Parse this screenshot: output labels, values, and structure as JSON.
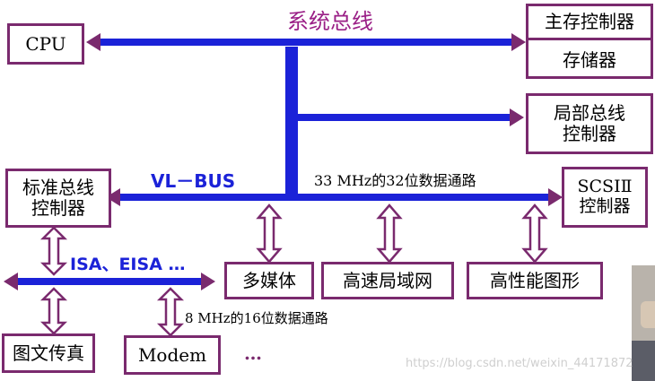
{
  "title": "系统总线",
  "boxes": {
    "cpu": "CPU",
    "main_memory_controller": "主存控制器",
    "memory": "存储器",
    "local_bus_controller_line1": "局部总线",
    "local_bus_controller_line2": "控制器",
    "standard_bus_controller_line1": "标准总线",
    "standard_bus_controller_line2": "控制器",
    "scsi_line1": "SCSIⅡ",
    "scsi_line2": "控制器",
    "multimedia": "多媒体",
    "high_speed_lan": "高速局域网",
    "high_perf_graphics": "高性能图形",
    "fax": "图文传真",
    "modem": "Modem"
  },
  "labels": {
    "vl_bus": "VL－BUS",
    "vl_bus_path": "33 MHz的32位数据通路",
    "isa_eisa": "ISA、EISA …",
    "isa_path": "8 MHz的16位数据通路",
    "ellipsis": "…",
    "watermark": "https://blog.csdn.net/weixin_44171872"
  },
  "colors": {
    "bus_blue": "#1b22d8",
    "arrow_purple": "#7a2a6e",
    "title_purple": "#9a1f86"
  }
}
